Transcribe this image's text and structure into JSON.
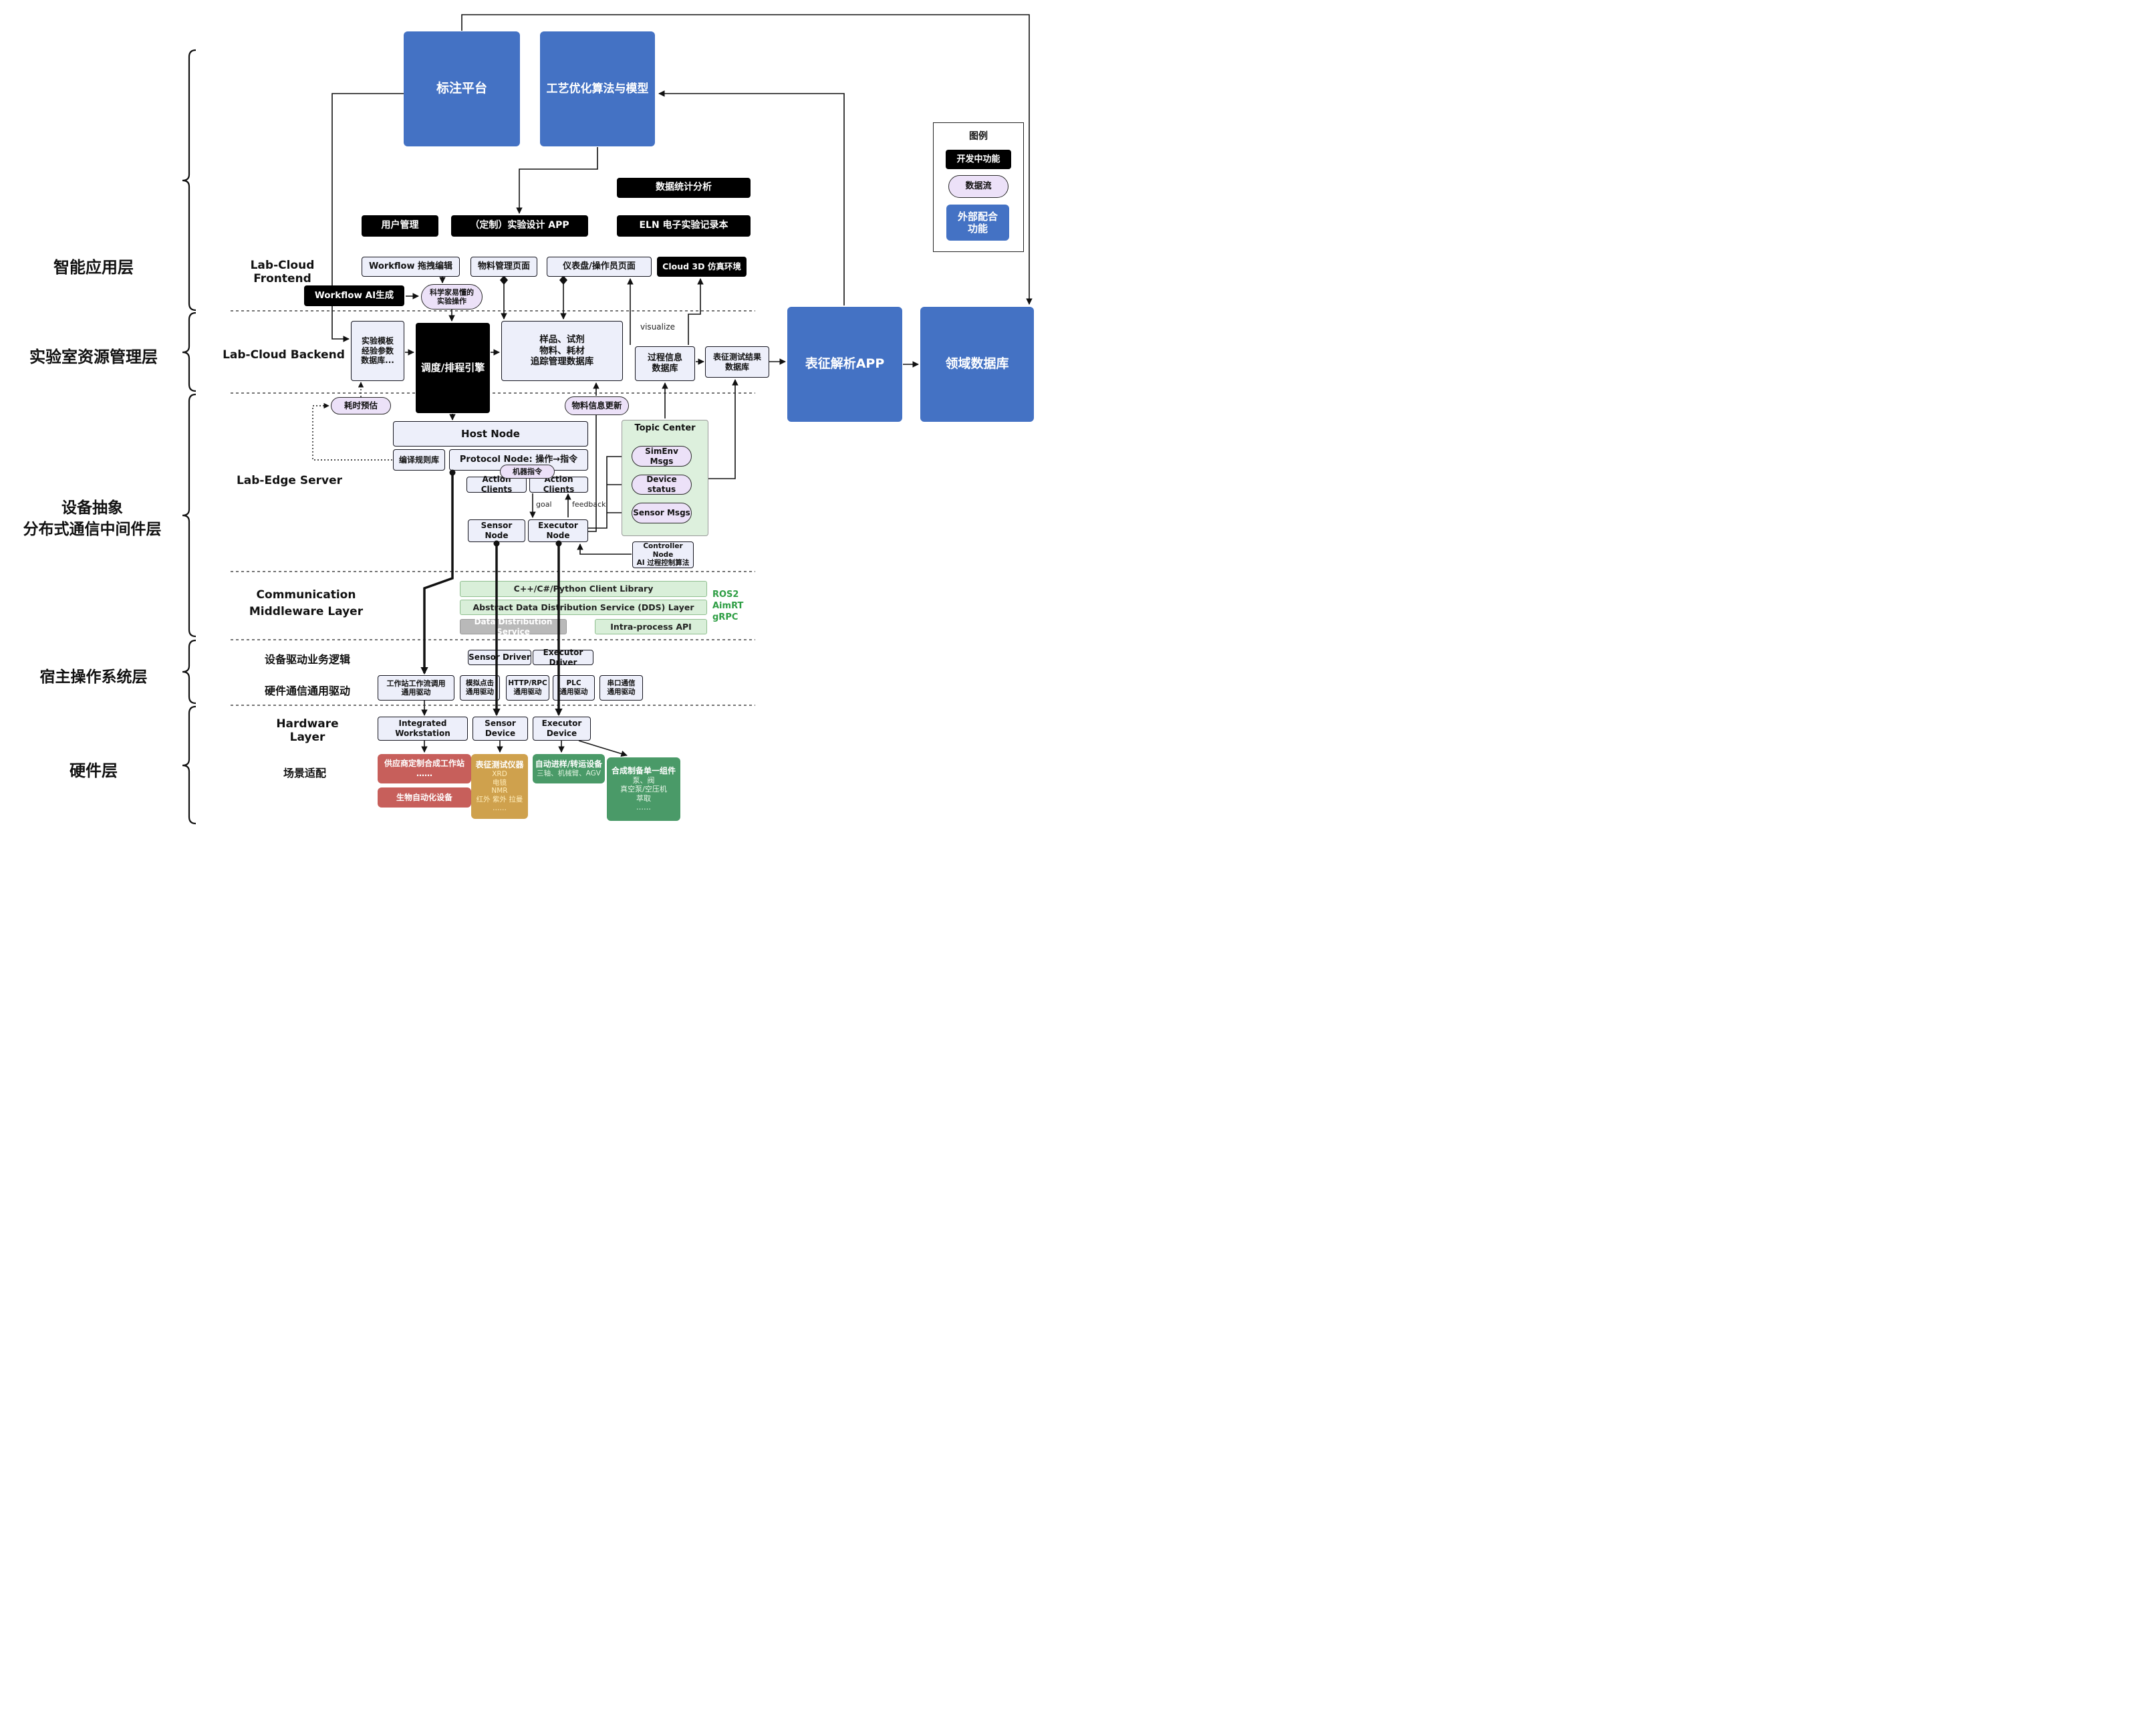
{
  "legend": {
    "title": "图例",
    "in_dev": "开发中功能",
    "data_flow": "数据流",
    "external": "外部配合\n功能"
  },
  "side_labels": {
    "app_layer": "智能应用层",
    "resource_layer": "实验室资源管理层",
    "middleware_layer": "设备抽象\n分布式通信中间件层",
    "host_os_layer": "宿主操作系统层",
    "hardware_layer": "硬件层"
  },
  "section_labels": {
    "frontend": "Lab-Cloud Frontend",
    "backend": "Lab-Cloud Backend",
    "edge": "Lab-Edge Server",
    "comm": "Communication\nMiddleware Layer",
    "driver_logic": "设备驱动业务逻辑",
    "hw_driver": "硬件通信通用驱动",
    "hardware": "Hardware Layer",
    "scene": "场景适配"
  },
  "nodes": {
    "annotation": "标注平台",
    "process_opt": "工艺优化算法与模型",
    "data_stats": "数据统计分析",
    "user_mgmt": "用户管理",
    "custom_app": "（定制）实验设计 APP",
    "eln": "ELN 电子实验记录本",
    "wf_editor": "Workflow 拖拽编辑",
    "material_page": "物料管理页面",
    "dashboard_page": "仪表盘/操作员页面",
    "cloud3d": "Cloud 3D 仿真环境",
    "wf_ai": "Workflow AI生成",
    "pill_scientist": "科学家易懂的\n实验操作",
    "template_db": "实验模板\n经验参数\n数据库...",
    "scheduler": "调度/排程引擎",
    "sample_db": "样品、试剂\n物料、耗材\n追踪管理数据库",
    "process_db": "过程信息\n数据库",
    "result_db": "表征测试结果\n数据库",
    "char_app": "表征解析APP",
    "domain_db": "领域数据库",
    "pill_time": "耗时预估",
    "pill_material": "物料信息更新",
    "host_node": "Host Node",
    "compile_rules": "编译规则库",
    "protocol_node": "Protocol Node: 操作→指令",
    "pill_machine": "机器指令",
    "action_client1": "Action Clients",
    "action_client2": "Action Clients",
    "sensor_node": "Sensor Node",
    "executor_node": "Executor Node",
    "topic_center": "Topic Center",
    "simenv_msgs": "SimEnv Msgs",
    "device_status": "Device status",
    "sensor_msgs": "Sensor Msgs",
    "controller_node": "Controller Node\nAI 过程控制算法",
    "client_lib": "C++/C#/Python Client Library",
    "dds_layer": "Abstract Data Distribution Service (DDS) Layer",
    "data_dist": "Data Distribution Service",
    "intra_api": "Intra-process API",
    "sensor_driver": "Sensor Driver",
    "executor_driver": "Executor Driver",
    "drv_workstation": "工作站工作流调用\n通用驱动",
    "drv_click": "模拟点击\n通用驱动",
    "drv_http": "HTTP/RPC\n通用驱动",
    "drv_plc": "PLC\n通用驱动",
    "drv_serial": "串口通信\n通用驱动",
    "hw_workstation": "Integrated Workstation",
    "hw_sensor": "Sensor Device",
    "hw_executor": "Executor Device",
    "scene_supplier": "供应商定制合成工作站\n……",
    "scene_bio": "生物自动化设备",
    "scene_char_title": "表征测试仪器",
    "scene_char_items": "XRD\n电镜\nNMR\n红外 紫外 拉曼\n……",
    "scene_transfer_title": "自动进样/转运设备",
    "scene_transfer_items": "三轴、机械臂、AGV",
    "scene_synth_title": "合成制备单一组件",
    "scene_synth_items": "泵、阀\n真空泵/空压机\n萃取\n……"
  },
  "annotations": {
    "visualize": "visualize",
    "goal": "goal",
    "feedback": "feedback",
    "ros2": "ROS2",
    "aimrt": "AimRT",
    "grpc": "gRPC"
  },
  "colors": {
    "blue": "#4472c4",
    "black": "#000000",
    "pill_purple": "#ece1f8",
    "green_bar": "#d9efd9",
    "gray_bar": "#b9b9b9",
    "red": "#c75f5b",
    "tan": "#cfa14d",
    "green_box": "#4a9a68",
    "ros_green": "#2e9e44"
  }
}
